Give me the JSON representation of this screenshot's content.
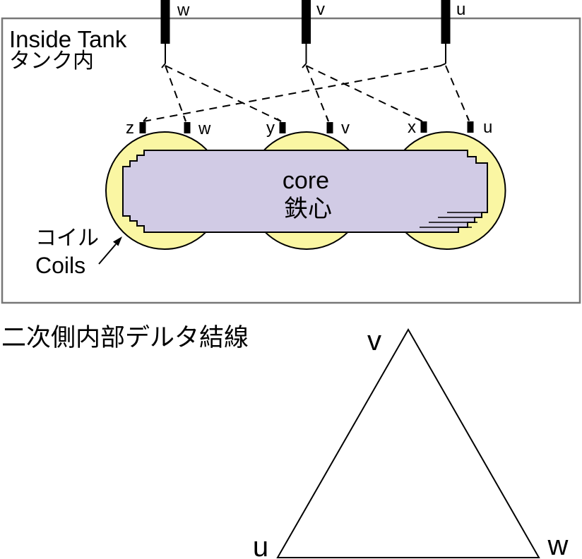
{
  "tank": {
    "title_en": "Inside Tank",
    "title_ja": "タンク内",
    "bushings": [
      {
        "label": "w"
      },
      {
        "label": "v"
      },
      {
        "label": "u"
      }
    ],
    "terminals": [
      {
        "label": "z"
      },
      {
        "label": "w"
      },
      {
        "label": "y"
      },
      {
        "label": "v"
      },
      {
        "label": "x"
      },
      {
        "label": "u"
      }
    ],
    "core": {
      "label_en": "core",
      "label_ja": "鉄心"
    },
    "coils_callout": {
      "ja": "コイル",
      "en": "Coils"
    },
    "connections": [
      {
        "from": "bushing-w",
        "to": "terminal-w"
      },
      {
        "from": "bushing-w",
        "to": "terminal-y"
      },
      {
        "from": "bushing-v",
        "to": "terminal-v"
      },
      {
        "from": "bushing-v",
        "to": "terminal-x"
      },
      {
        "from": "bushing-u",
        "to": "terminal-u"
      },
      {
        "from": "bushing-u",
        "to": "terminal-z"
      }
    ]
  },
  "delta": {
    "title": "二次側内部デルタ結線",
    "vertex_labels": [
      {
        "position": "top",
        "label": "v"
      },
      {
        "position": "bottom-left",
        "label": "u"
      },
      {
        "position": "bottom-right",
        "label": "w"
      }
    ]
  },
  "colors": {
    "coil_fill": "#FAF6A3",
    "core_fill": "#D1CBE5",
    "tank_border": "#777777",
    "line": "#000000"
  }
}
